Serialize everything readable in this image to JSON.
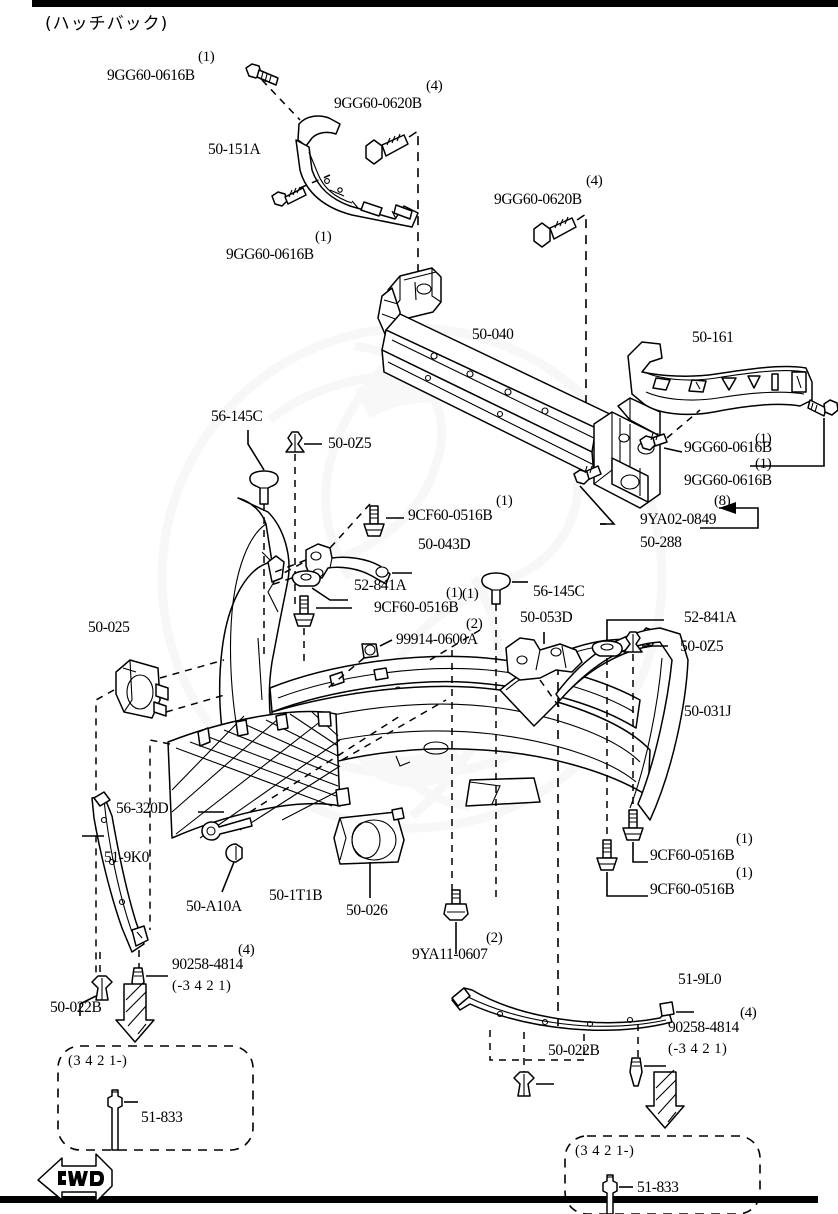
{
  "diagram": {
    "title": "(ハッチバック)",
    "orientation_marker": "FWD",
    "body_style_note": "(ハッチバック)"
  },
  "labels": {
    "bolt_9gg60_0616b_1": "9GG60-0616B",
    "bolt_9gg60_0616b_1_qty": "(1)",
    "bolt_9gg60_0620b_1": "9GG60-0620B",
    "bolt_9gg60_0620b_1_qty": "(4)",
    "bracket_50_151a": "50-151A",
    "bolt_9gg60_0616b_2": "9GG60-0616B",
    "bolt_9gg60_0616b_2_qty": "(1)",
    "bolt_9gg60_0620b_2": "9GG60-0620B",
    "bolt_9gg60_0620b_2_qty": "(4)",
    "reinforcement_50_040": "50-040",
    "bracket_50_161": "50-161",
    "bolt_9gg60_0616b_3": "9GG60-0616B",
    "bolt_9gg60_0616b_3_qty": "(1)",
    "bolt_9gg60_0616b_4": "9GG60-0616B",
    "bolt_9gg60_0616b_4_qty": "(1)",
    "nut_9ya02_0849": "9YA02-0849",
    "nut_9ya02_0849_qty": "(8)",
    "absorber_50_288": "50-288",
    "clip_56_145c_1": "56-145C",
    "clip_50_0z5_1": "50-0Z5",
    "screw_9cf60_0516b_1": "9CF60-0516B",
    "screw_9cf60_0516b_1_qty": "(1)",
    "bracket_50_043d": "50-043D",
    "grommet_52_841a_1": "52-841A",
    "screw_9cf60_0516b_2": "9CF60-0516B",
    "screw_9cf60_0516b_2_qty": "(1)",
    "clip_99914_0600a": "99914-0600A",
    "clip_99914_0600a_qty": "(2)",
    "clip_56_145c_2": "56-145C",
    "clip_56_145c_2_qty": "(1)",
    "bracket_50_053d": "50-053D",
    "grommet_52_841a_2": "52-841A",
    "clip_50_0z5_2": "50-0Z5",
    "bumper_50_031j": "50-031J",
    "bezel_50_025": "50-025",
    "molding_56_320d": "56-320D",
    "deflector_51_9k0": "51-9K0",
    "bracket_50_a10a": "50-A10A",
    "grille_50_1t1b": "50-1T1B",
    "foglamp_cover_50_026": "50-026",
    "screw_9cf60_0516b_3": "9CF60-0516B",
    "screw_9cf60_0516b_3_qty": "(1)",
    "screw_9cf60_0516b_4": "9CF60-0516B",
    "screw_9cf60_0516b_4_qty": "(1)",
    "clip_9ya11_0607": "9YA11-0607",
    "clip_9ya11_0607_qty": "(2)",
    "clip_50_022b_1": "50-022B",
    "screw_90258_4814_1": "90258-4814",
    "screw_90258_4814_1_qty": "(4)",
    "screw_90258_4814_1_range": "(-3 4 2 1)",
    "deflector_51_9l0": "51-9L0",
    "clip_50_022b_2": "50-022B",
    "screw_90258_4814_2": "90258-4814",
    "screw_90258_4814_2_qty": "(4)",
    "screw_90258_4814_2_range": "(-3 4 2 1)",
    "inset_left_range": "(3 4 2 1-)",
    "inset_left_part": "51-833",
    "inset_right_range": "(3 4 2 1-)",
    "inset_right_part": "51-833"
  },
  "colors": {
    "ink": "#000000",
    "paper": "#ffffff",
    "watermark": "#d9d9d9"
  }
}
